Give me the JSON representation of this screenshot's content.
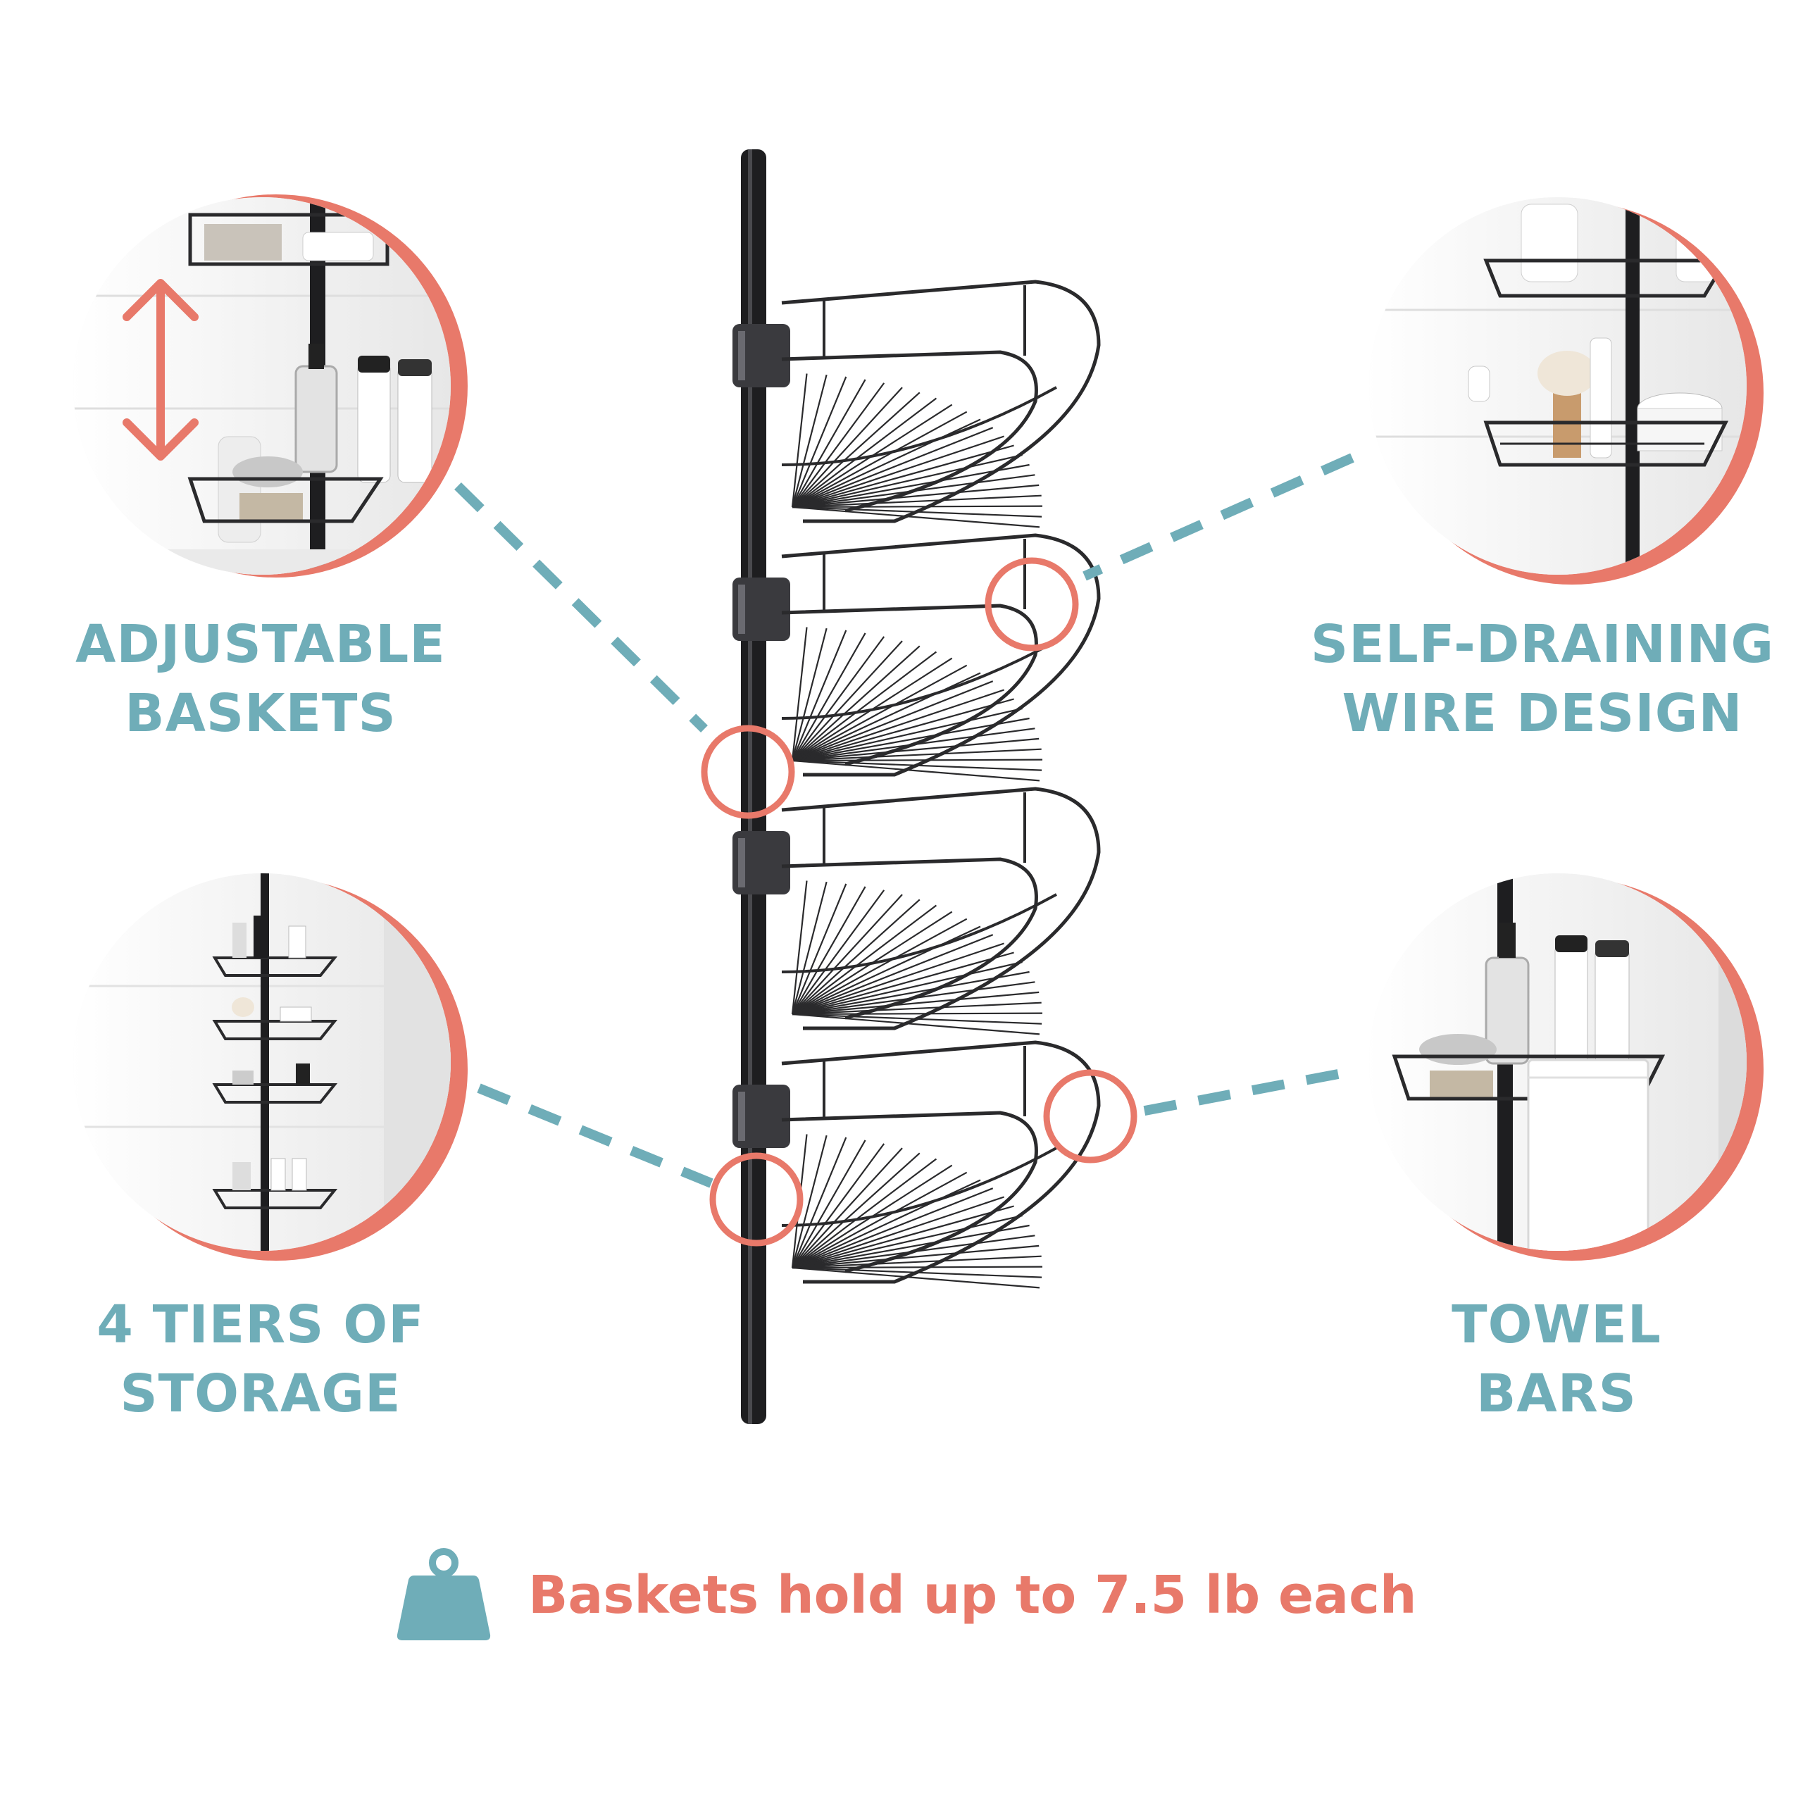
{
  "colors": {
    "teal": "#6fadb8",
    "coral": "#e8796a",
    "wire": "#2a2a2c",
    "pole": "#1e1e20",
    "circle_bg": "#f2f2f2"
  },
  "features": {
    "adjustable": {
      "line1": "ADJUSTABLE",
      "line2": "BASKETS"
    },
    "draining": {
      "line1": "SELF-DRAINING",
      "line2": "WIRE DESIGN"
    },
    "tiers": {
      "line1": "4 TIERS OF",
      "line2": "STORAGE"
    },
    "towel": {
      "line1": "TOWEL",
      "line2": "BARS"
    }
  },
  "icons": {
    "weight": "weight-icon",
    "adjust": "double-arrow-icon"
  },
  "footer": {
    "text": "Baskets hold up to 7.5 lb each"
  }
}
